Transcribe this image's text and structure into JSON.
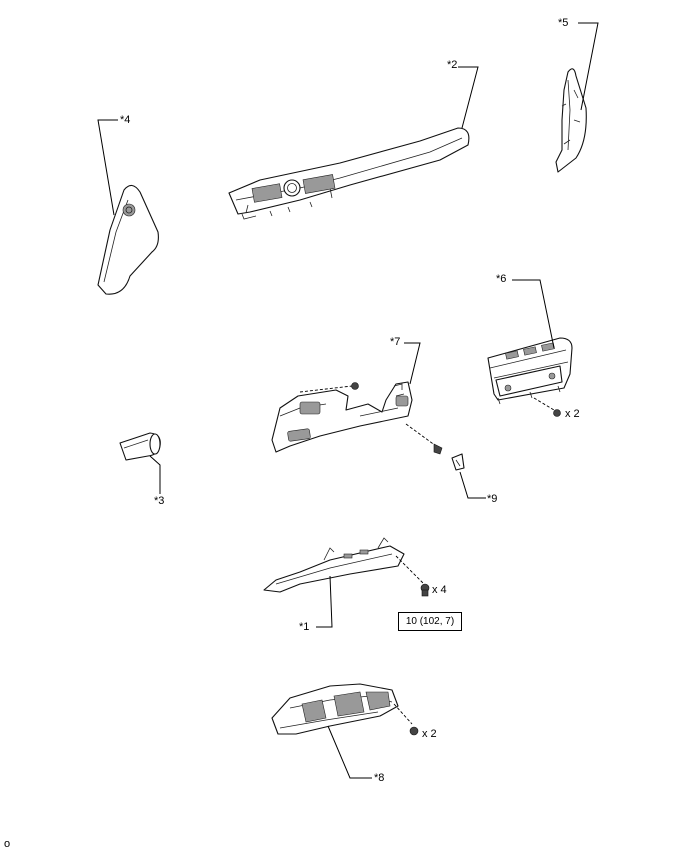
{
  "callouts": {
    "c1": "*1",
    "c2": "*2",
    "c3": "*3",
    "c4": "*4",
    "c5": "*5",
    "c6": "*6",
    "c7": "*7",
    "c8": "*8",
    "c9": "*9"
  },
  "quantities": {
    "q1": "x 4",
    "q6": "x 2",
    "q8": "x 2"
  },
  "torque_spec": "10 (102, 7)",
  "corner_mark": "o"
}
